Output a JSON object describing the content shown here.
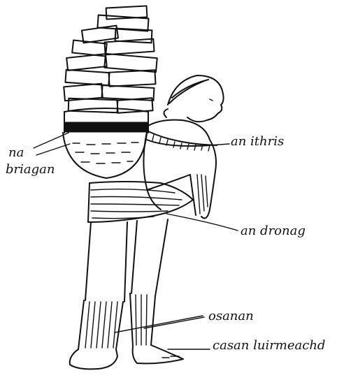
{
  "labels": {
    "na_briagan_line1": "na",
    "na_briagan_line2": "briagan",
    "an_ithris": "an ithris",
    "an_dronag": "an dronag",
    "osanan": "osanan",
    "casan_luirmeachd": "casan luirmeachd"
  }
}
